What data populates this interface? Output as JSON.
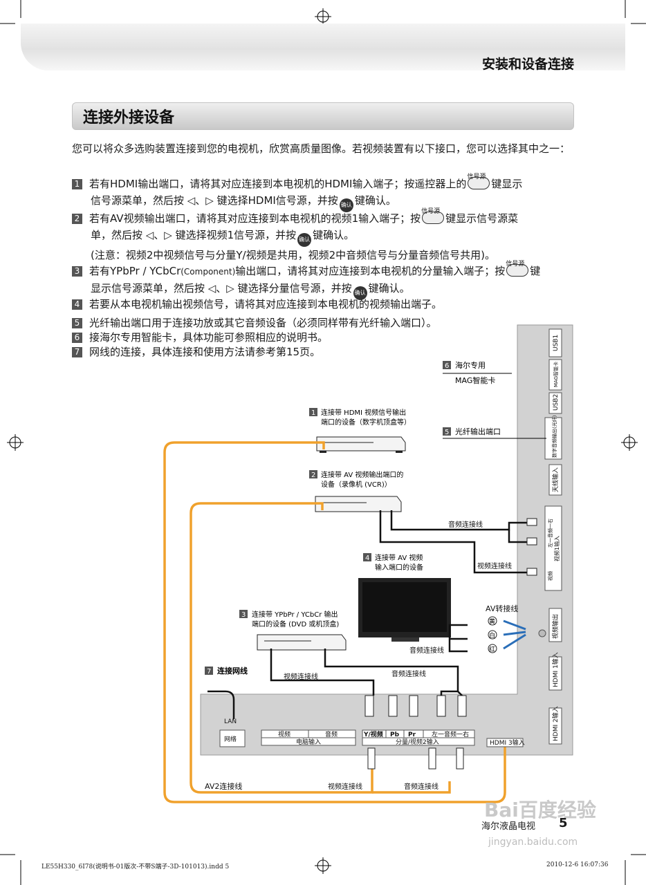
{
  "header": {
    "section_title": "安装和设备连接"
  },
  "title": "连接外接设备",
  "intro": "您可以将众多选购装置连接到您的电视机，欣赏高质量图像。若视频装置有以下接口，您可以选择其中之一：",
  "items": [
    {
      "num": "1",
      "a": "若有HDMI输出端口，请将其对应连接到本电视机的HDMI输入端子；按遥控器上的",
      "key": "信号源",
      "b": "键显示",
      "c": "信号源菜单，然后按 ◁、▷ 键选择HDMI信号源，并按",
      "ok": "确认",
      "d": "键确认。"
    },
    {
      "num": "2",
      "a": "若有AV视频输出端口，请将其对应连接到本电视机的视频1输入端子；按",
      "key": "信号源",
      "b": "键显示信号源菜",
      "c": "单，然后按 ◁、▷ 键选择视频1信号源，并按",
      "ok": "确认",
      "d": "键确认。",
      "note": "(注意：视频2中视频信号与分量Y/视频是共用，视频2中音频信号与分量音频信号共用)。"
    },
    {
      "num": "3",
      "a": "若有YPbPr / YCbCr",
      "a2": "(Component)",
      "a3": "输出端口，请将其对应连接到本电视机的分量输入端子；按",
      "key": "信号源",
      "b": "键",
      "c": "显示信号源菜单，然后按 ◁、▷ 键选择分量信号源，并按",
      "ok": "确认",
      "d": "键确认。"
    },
    {
      "num": "4",
      "text": "若要从本电视机输出视频信号，请将其对应连接到本电视机的视频输出端子。"
    },
    {
      "num": "5",
      "text": "光纤输出端口用于连接功放或其它音频设备（必须同样带有光纤输入端口）。"
    },
    {
      "num": "6",
      "text": "接海尔专用智能卡，具体功能可参照相应的说明书。"
    },
    {
      "num": "7",
      "text": "网线的连接，具体连接和使用方法请参考第15页。"
    }
  ],
  "diagram": {
    "side_ports": [
      "USB1",
      "MAG智能卡",
      "USB2",
      "数字音频输出(光纤)",
      "天线输入",
      "左一音频一右",
      "视频1输入",
      "视频",
      "视频输出",
      "HDMI 1输入",
      "HDMI 2输入"
    ],
    "callouts": {
      "c6_num": "6",
      "c6_a": "海尔专用",
      "c6_b": "MAG智能卡",
      "c1_num": "1",
      "c1_a": "连接带 HDMI 视频信号输出",
      "c1_b": "端口的设备（数字机顶盒等）",
      "c5_num": "5",
      "c5": "光纤输出端口",
      "c2_num": "2",
      "c2_a": "连接带 AV 视频输出端口的",
      "c2_b": "设备（录像机 (VCR)）",
      "c4_num": "4",
      "c4_a": "连接带 AV 视频",
      "c4_b": "输入端口的设备",
      "c3_num": "3",
      "c3_a": "连接带 YPbPr / YCbCr 输出",
      "c3_b": "端口的设备 (DVD 或机顶盒)",
      "c7_num": "7",
      "c7": "连接网线"
    },
    "cable_labels": {
      "audio1": "音频连接线",
      "video1": "视频连接线",
      "av_adapter": "AV转接线",
      "audio2": "音频连接线",
      "video2": "视频连接线",
      "audio3": "音频连接线",
      "av2": "AV2连接线",
      "video3": "视频连接线",
      "audio4": "音频连接线"
    },
    "adapter_marks": [
      "黄",
      "白",
      "红"
    ],
    "bottom_ports": {
      "lan": "LAN",
      "network": "网络",
      "pc_video": "视频",
      "pc_audio": "音频",
      "pc_input": "电脑输入",
      "y_video": "Y/视频",
      "pb": "Pb",
      "pr": "Pr",
      "lr": "左一音频一右",
      "component": "分量/视频2输入",
      "hdmi3": "HDMI 3输入"
    }
  },
  "footer": {
    "brand": "海尔液晶电视",
    "page": "5",
    "file": "LE55H330_6I78(说明书-01版次-不带S端子-3D-101013).indd   5",
    "date": "2010-12-6   16:07:36",
    "watermark": "Bai百度经验",
    "watermark_url": "jingyan.baidu.com"
  },
  "colors": {
    "cable_orange": "#f0a12c",
    "panel_gray": "#d2d2d2",
    "text": "#1a1a1a"
  }
}
